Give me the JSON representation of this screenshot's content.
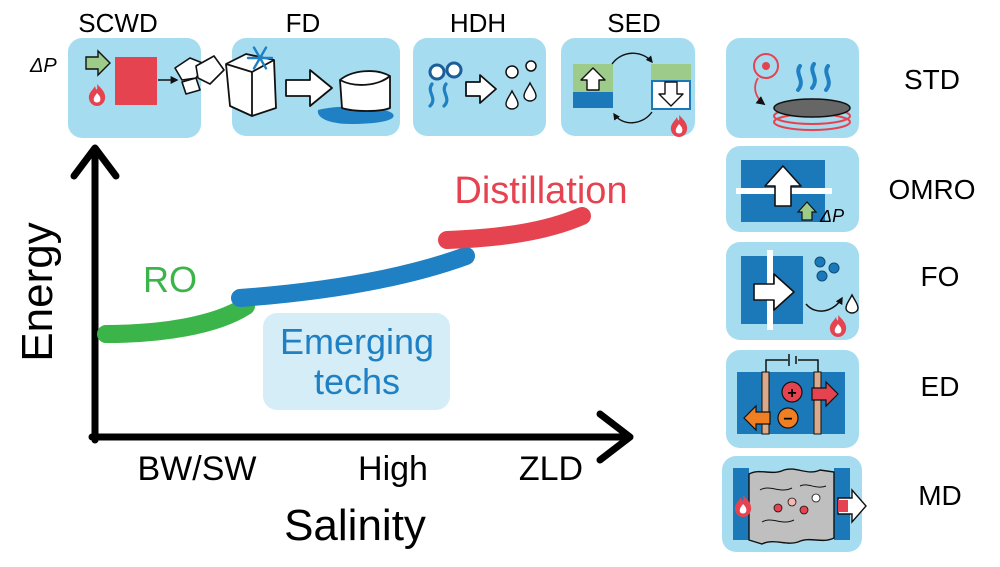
{
  "axes": {
    "y_label": "Energy",
    "x_label": "Salinity",
    "x_ticks": [
      "BW/SW",
      "High",
      "ZLD"
    ]
  },
  "curves": [
    {
      "label": "RO",
      "color": "#3bb54a"
    },
    {
      "label": "Emerging techs",
      "line1": "Emerging",
      "line2": "techs",
      "color": "#1f80c3"
    },
    {
      "label": "Distillation",
      "color": "#e5434f"
    }
  ],
  "top_techs": [
    {
      "label": "SCWD",
      "pressure": "ΔP"
    },
    {
      "label": "FD"
    },
    {
      "label": "HDH"
    },
    {
      "label": "SED"
    }
  ],
  "side_techs": [
    {
      "label": "STD"
    },
    {
      "label": "OMRO",
      "pressure": "ΔP"
    },
    {
      "label": "FO"
    },
    {
      "label": "ED",
      "plus": "+",
      "minus": "−"
    },
    {
      "label": "MD"
    }
  ],
  "colors": {
    "tile": "#a6dcf0",
    "membrane_blue": "#1b79ba",
    "heat": "#e5434f",
    "green_arrow": "#9ccb8a",
    "emerging_box": "#d4edf7"
  }
}
